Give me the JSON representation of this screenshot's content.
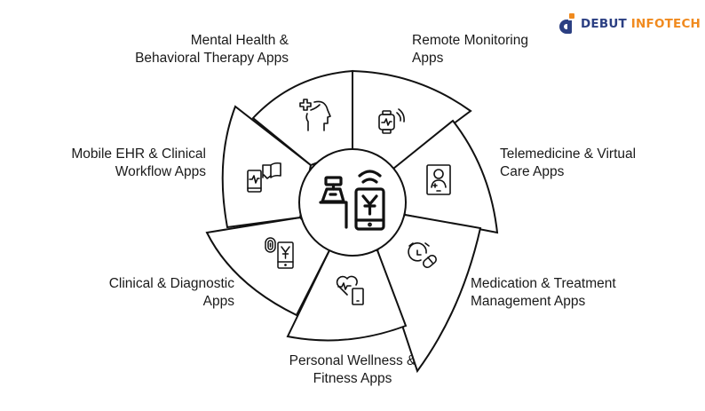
{
  "brand": {
    "name_part1": "DEBUT",
    "name_part2": "INFOTECH",
    "colors": {
      "primary": "#2b3f82",
      "accent": "#f08a1e"
    }
  },
  "diagram": {
    "type": "pinwheel",
    "center_icon": "cash-register-and-mobile-payment-icon",
    "segments": [
      {
        "id": "mental-health",
        "line1": "Mental Health &",
        "line2": "Behavioral Therapy Apps",
        "icon": "head-with-medical-cross-icon"
      },
      {
        "id": "remote-monitoring",
        "line1": "Remote Monitoring",
        "line2": "Apps",
        "icon": "smartwatch-signal-icon"
      },
      {
        "id": "telemedicine",
        "line1": "Telemedicine & Virtual",
        "line2": "Care Apps",
        "icon": "doctor-on-tablet-icon"
      },
      {
        "id": "medication",
        "line1": "Medication & Treatment",
        "line2": "Management Apps",
        "icon": "alarm-clock-pill-icon"
      },
      {
        "id": "personal-wellness",
        "line1": "Personal Wellness &",
        "line2": "Fitness Apps",
        "icon": "heart-rate-phone-icon"
      },
      {
        "id": "clinical-diagnostic",
        "line1": "Clinical & Diagnostic",
        "line2": "Apps",
        "icon": "fingerprint-payment-phone-icon"
      },
      {
        "id": "mobile-ehr",
        "line1": "Mobile EHR & Clinical",
        "line2": "Workflow Apps",
        "icon": "phone-ecg-book-icon"
      }
    ]
  }
}
